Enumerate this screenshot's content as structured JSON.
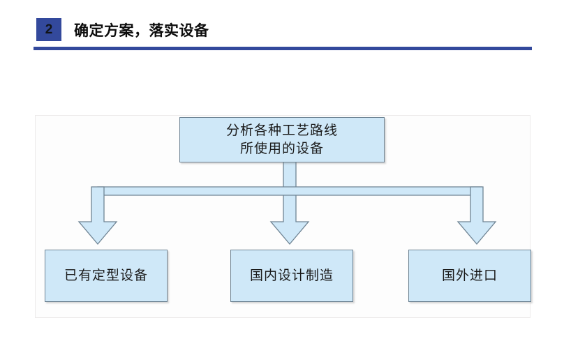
{
  "header": {
    "slide_number": "2",
    "title": "确定方案，落实设备",
    "accent_color": "#33499c",
    "divider_color": "#33499c"
  },
  "diagram": {
    "type": "tree",
    "node_fill_color": "#cfe8f8",
    "node_border_color": "#6f8494",
    "root": {
      "name": "analyze-equipment",
      "label": "分析各种工艺路线\n所使用的设备"
    },
    "children": [
      {
        "name": "existing-equipment",
        "label": "已有定型设备"
      },
      {
        "name": "domestic-manufacture",
        "label": "国内设计制造"
      },
      {
        "name": "foreign-import",
        "label": "国外进口"
      }
    ]
  }
}
